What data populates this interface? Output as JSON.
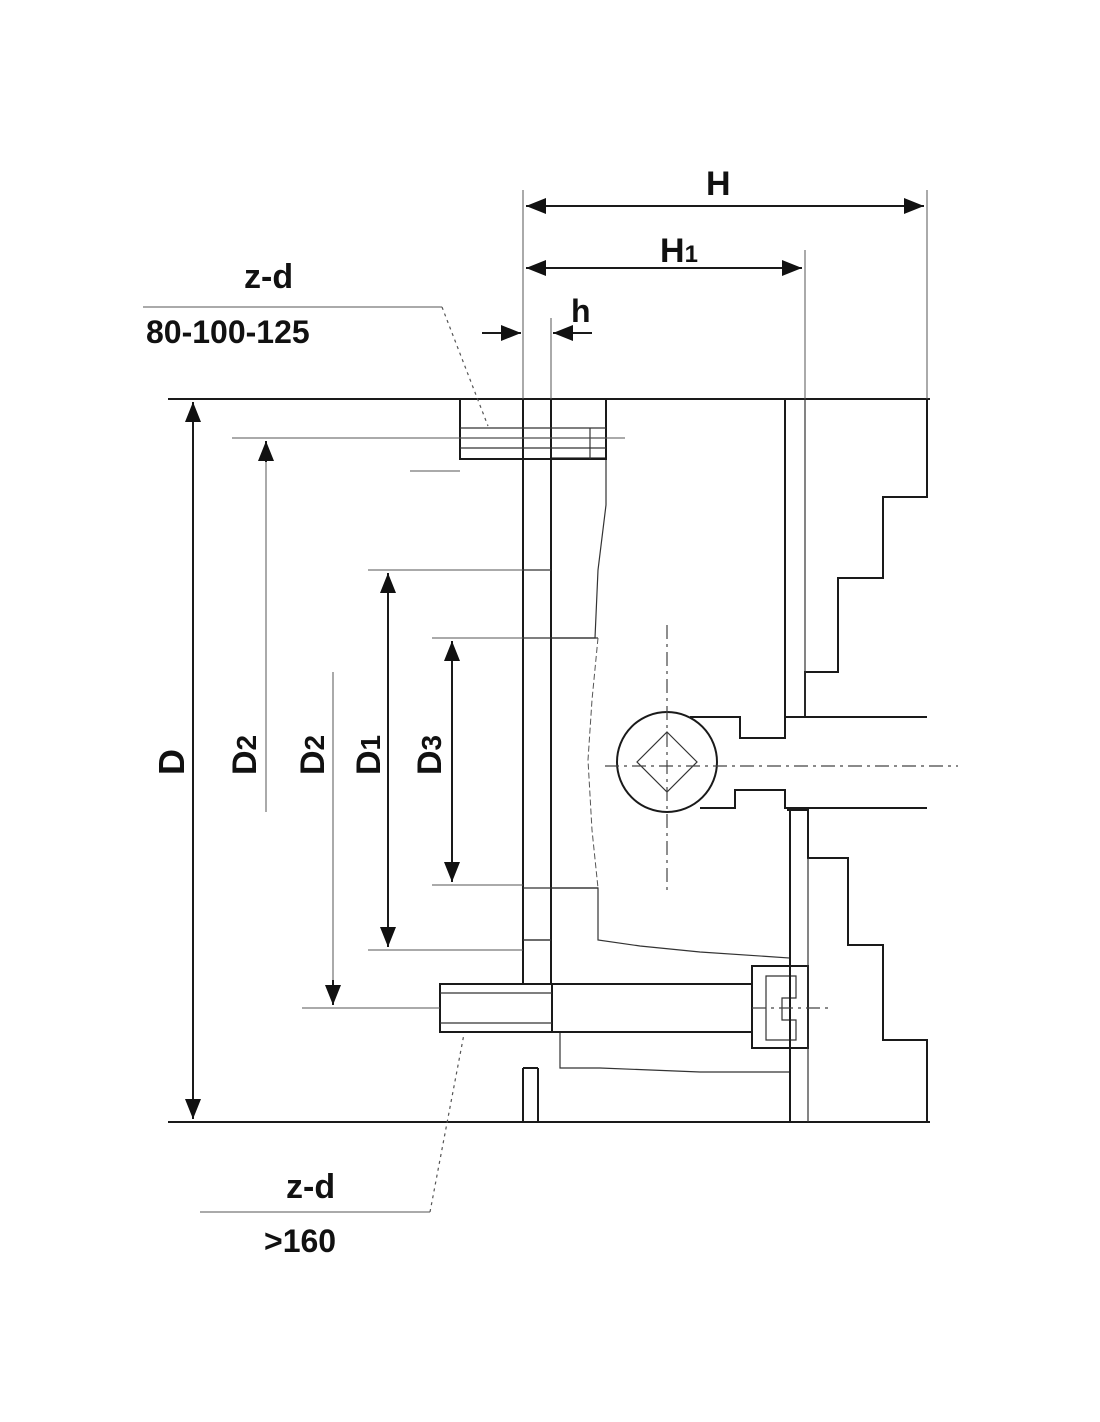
{
  "labels": {
    "H": "H",
    "H1_main": "H",
    "H1_sub": "1",
    "h": "h",
    "zd_top": "z-d",
    "zd_top_range": "80-100-125",
    "zd_bottom": "z-d",
    "zd_bottom_range": ">160",
    "D": "D",
    "D2_a_main": "D",
    "D2_a_sub": "2",
    "D2_b_main": "D",
    "D2_b_sub": "2",
    "D1_main": "D",
    "D1_sub": "1",
    "D3_main": "D",
    "D3_sub": "3"
  },
  "colors": {
    "line": "#1a1a1a",
    "background": "#ffffff"
  }
}
